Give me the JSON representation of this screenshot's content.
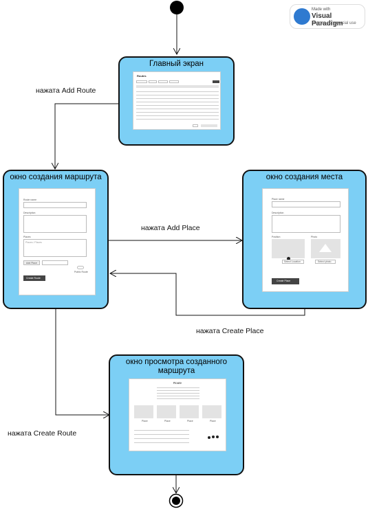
{
  "watermark": {
    "line1": "Made with",
    "line2": "Visual Paradigm",
    "line3": "For non-commercial use"
  },
  "states": {
    "main_screen": {
      "title": "Главный экран"
    },
    "create_route": {
      "title": "окно создания маршрута"
    },
    "create_place": {
      "title": "окно создания места"
    },
    "view_route": {
      "title": "окно просмотра созданного маршрута"
    }
  },
  "transitions": {
    "add_route": "нажата Add Route",
    "add_place": "нажата Add Place",
    "create_place": "нажата Create Place",
    "create_route": "нажата Create Route"
  },
  "mockups": {
    "main": {
      "header": "Routes",
      "table_rows": 5
    },
    "route_form": {
      "fields": [
        "Route name",
        "Description",
        "Places"
      ],
      "places_placeholder": "Places / Places",
      "buttons": [
        "Add Place",
        "Create Route"
      ],
      "toggle_label": "Public Route"
    },
    "place_form": {
      "fields": [
        "Place name",
        "Description"
      ],
      "sections": [
        "Position",
        "Photo"
      ],
      "buttons": [
        "Select Location",
        "Select photo",
        "Create Place"
      ]
    },
    "view": {
      "header": "Route",
      "photo_labels": [
        "Place",
        "Place",
        "Place",
        "Place"
      ]
    }
  },
  "colors": {
    "state_fill": "#7ccff5",
    "border": "#111111"
  }
}
